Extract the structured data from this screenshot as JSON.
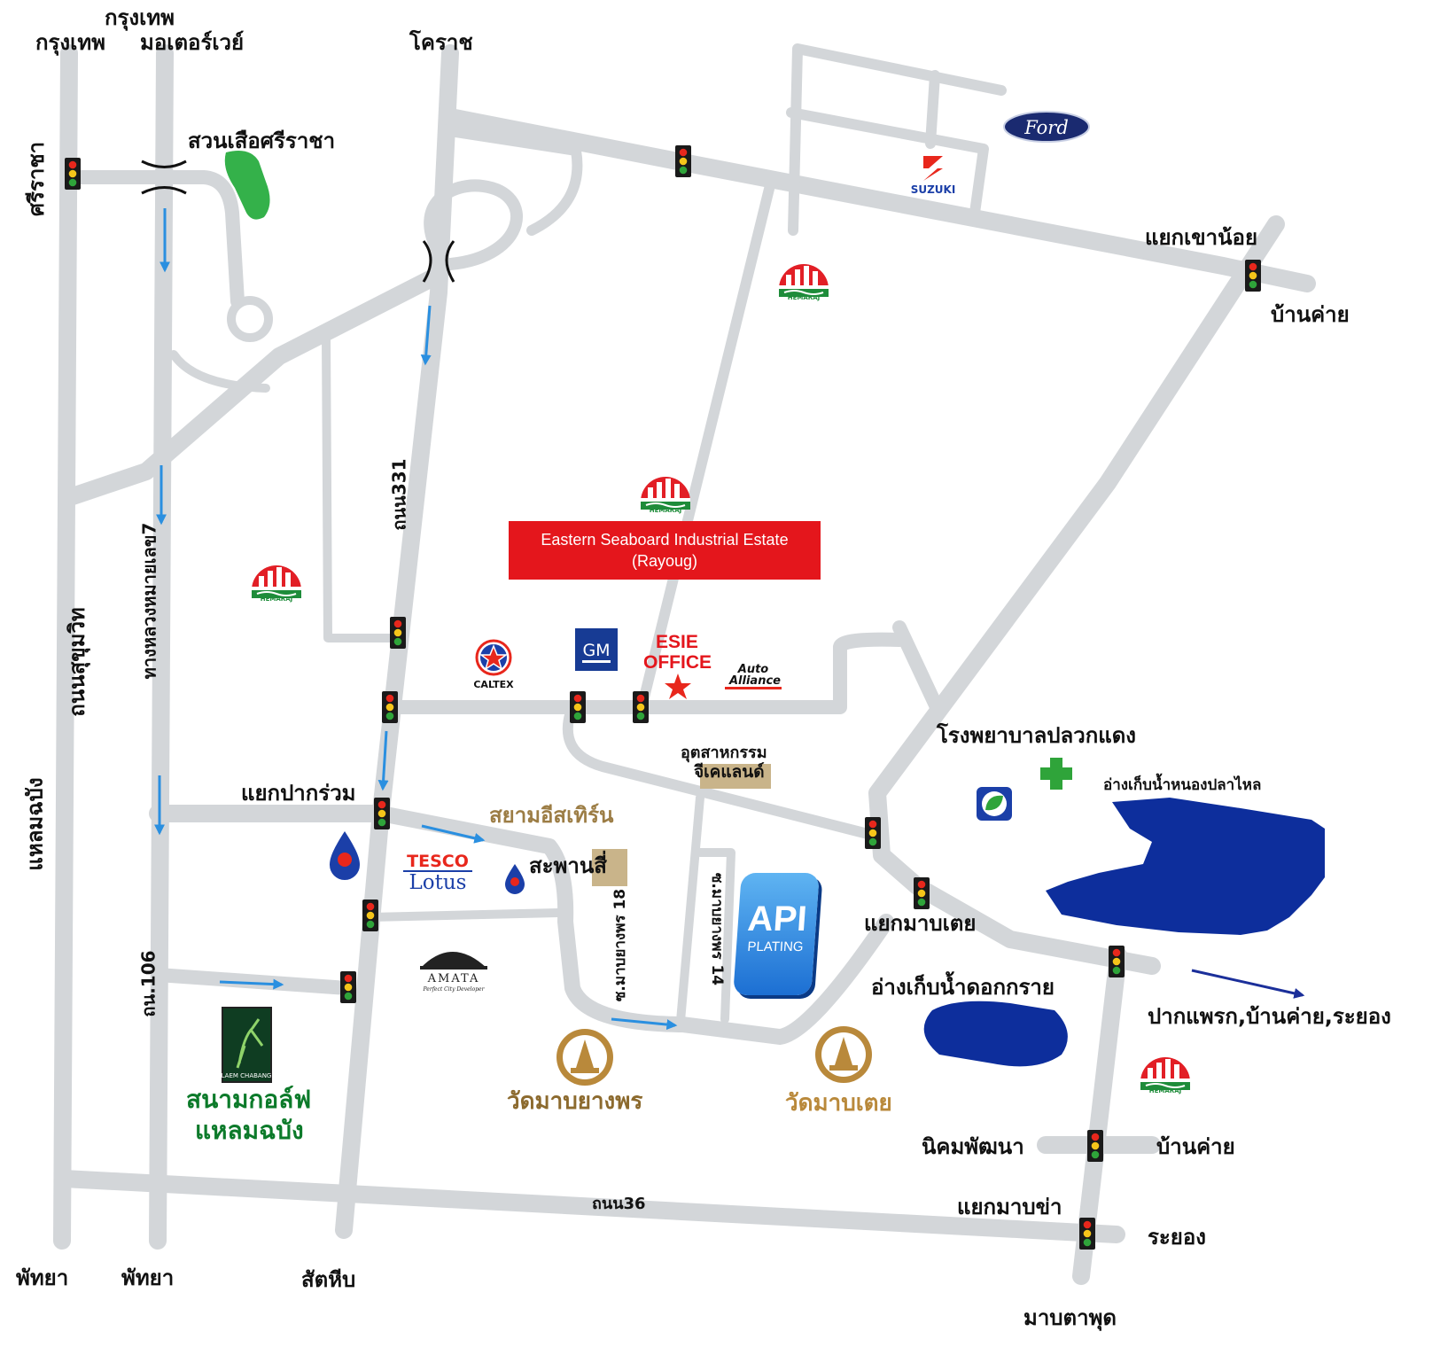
{
  "map": {
    "places": {
      "bangkok_left": "กรุงเทพ",
      "bangkok_motorway_1": "กรุงเทพ",
      "bangkok_motorway_2": "มอเตอร์เวย์",
      "korat": "โคราช",
      "sriracha": "ศรีราชา",
      "tiger_zoo": "สวนเสือศรีราชา",
      "khao_noi": "แยกเขาน้อย",
      "ban_khai_top": "บ้านค่าย",
      "rd331": "ถนน331",
      "route7": "ทางหลวงหมายเลข7",
      "sukhumvit": "ถนนสุขุมวิท",
      "laem_chabang": "แหลมฉบัง",
      "pluak_daeng_hospital": "โรงพยาบาลปลวกแดง",
      "nong_pla_lai": "อ่างเก็บน้ำหนองปลาไหล",
      "gkland_1": "อุตสาหกรรม",
      "gkland_2": "จีเคแลนด์",
      "pak_ruam": "แยกปากร่วม",
      "siam_eastern": "สยามอีสเทิร์น",
      "saphan_si": "สะพานสี่",
      "soi18": "ซ.มาบยางพร 18",
      "soi14": "ซ.มาบยางพร 14",
      "map_tae_junction": "แยกมาบเตย",
      "dok_krai": "อ่างเก็บน้ำดอกกราย",
      "east_dest": "ปากแพรก,บ้านค่าย,ระยอง",
      "rd106": "ถน.106",
      "golf_1": "สนามกอล์ฟ",
      "golf_2": "แหลมฉบัง",
      "wat_mab_yang_phon": "วัดมาบยางพร",
      "wat_mab_tae": "วัดมาบเตย",
      "nikhom_phatthana": "นิคมพัฒนา",
      "ban_khai_bottom": "บ้านค่าย",
      "map_kha_junction": "แยกมาบข่า",
      "rayong": "ระยอง",
      "rd36": "ถนน36",
      "pattaya_1": "พัทยา",
      "pattaya_2": "พัทยา",
      "sattahip": "สัตหีบ",
      "map_ta_phut": "มาบตาพุด"
    },
    "estate": {
      "line1": "Eastern Seaboard Industrial Estate",
      "line2": "(Rayoug)"
    },
    "esie_office_1": "ESIE",
    "esie_office_2": "OFFICE",
    "logos": {
      "ford": "Ford",
      "suzuki": "SUZUKI",
      "hemaraj": "HEMARAJ",
      "caltex": "CALTEX",
      "gm": "GM",
      "auto_alliance_1": "Auto",
      "auto_alliance_2": "Alliance",
      "tesco": "TESCO",
      "lotus": "Lotus",
      "amata": "AMATA",
      "amata_tag": "Perfect City Developer",
      "api": "API",
      "plating": "PLATING",
      "laem_chabang_club": "LAEM CHABANG"
    },
    "colors": {
      "road": "#d3d6d9",
      "water": "#0d2e9c",
      "arrow": "#2a8fe0",
      "estate_box": "#e4161c",
      "hemaraj_red": "#e21f26",
      "hemaraj_green": "#1e8c3a"
    }
  }
}
